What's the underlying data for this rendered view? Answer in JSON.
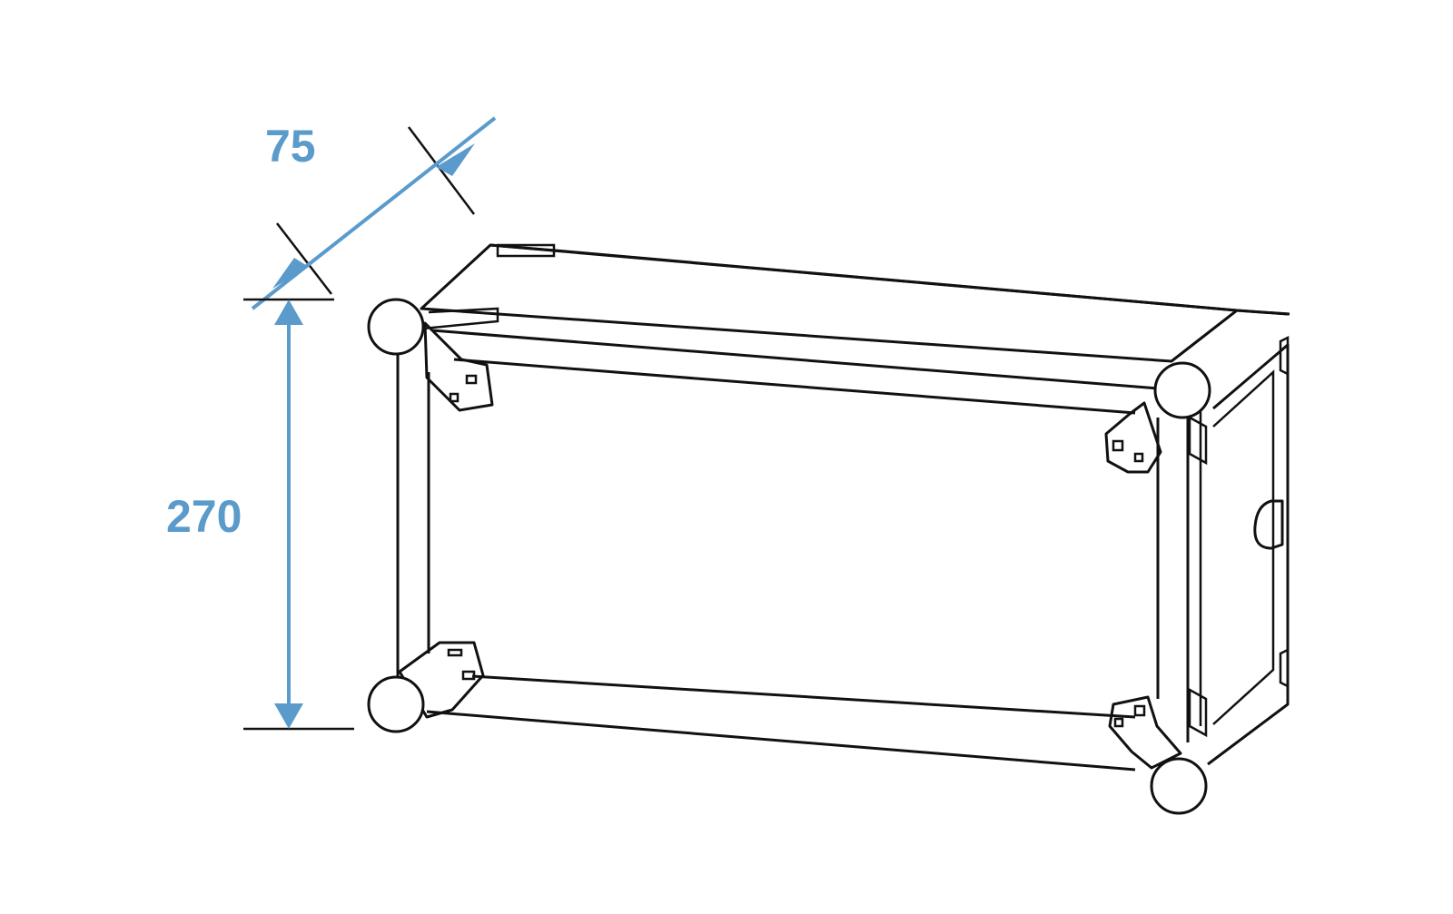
{
  "dimensions": {
    "depth_label": "75",
    "height_label": "270"
  },
  "colors": {
    "dimension": "#5b9bcb",
    "outline": "#111111",
    "background": "#ffffff"
  },
  "icons": {
    "drawing": "rack-case-line-drawing",
    "arrow": "dimension-arrow"
  }
}
